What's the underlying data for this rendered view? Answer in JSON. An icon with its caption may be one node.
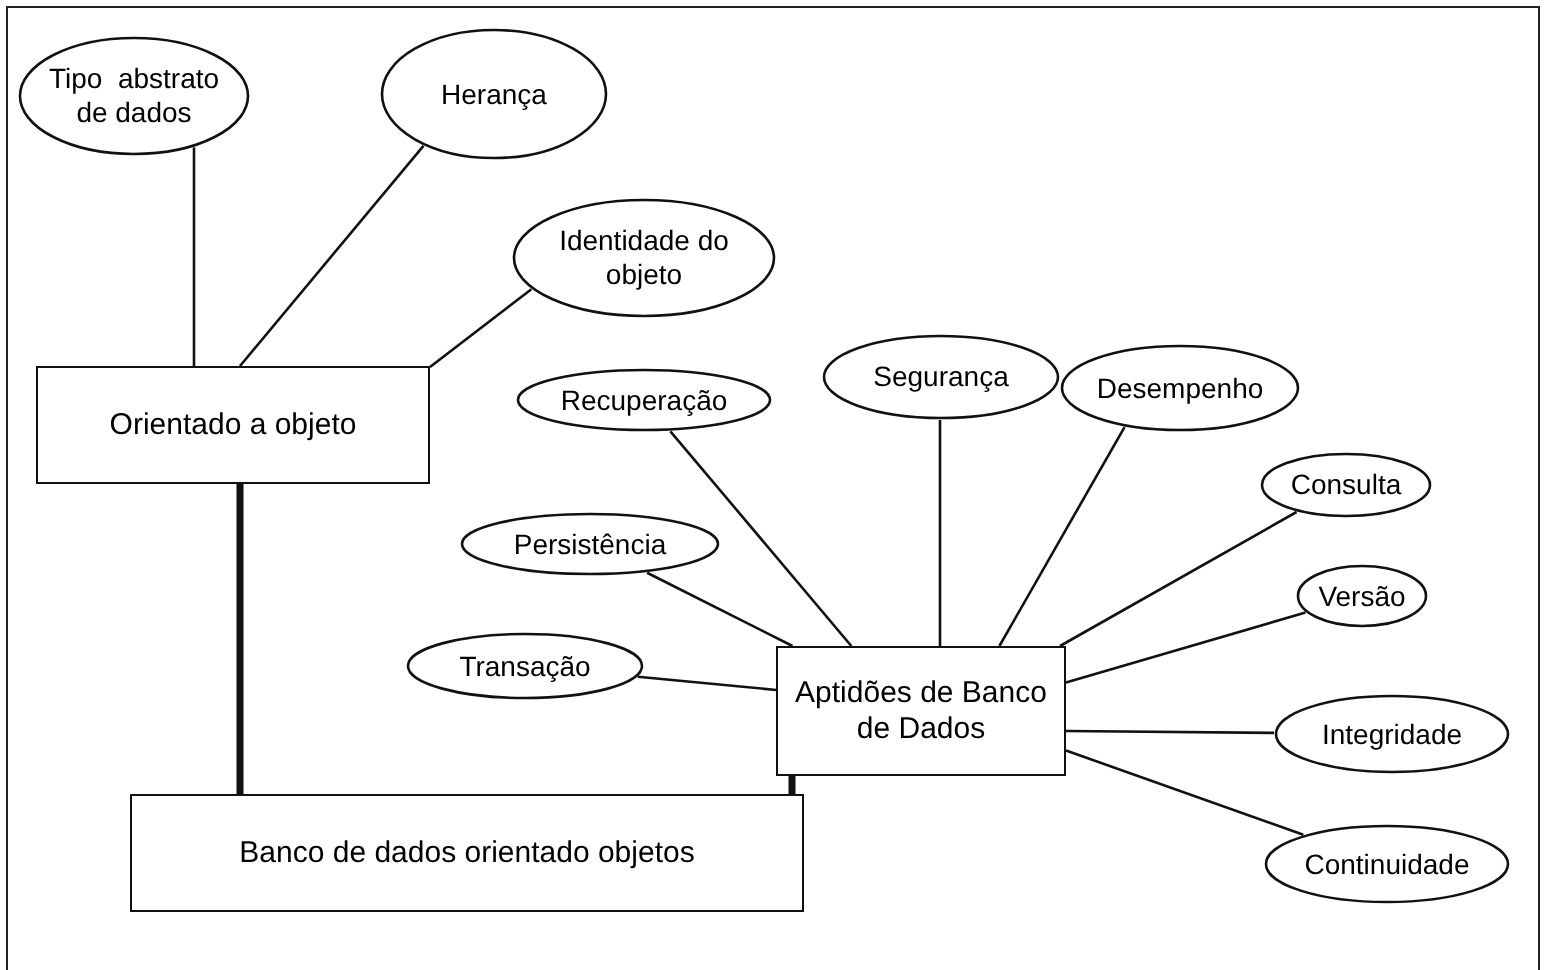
{
  "diagram": {
    "nodes": [
      {
        "text": [
          "Tipo  abstrato de dados"
        ]
      },
      {
        "text": [
          "Herança"
        ]
      },
      {
        "text": [
          "Identidade do objeto"
        ]
      },
      {
        "text": [
          "Orientado a objeto"
        ]
      },
      {
        "text": [
          "Recuperação"
        ]
      },
      {
        "text": [
          "Segurança"
        ]
      },
      {
        "text": [
          "Desempenho"
        ]
      },
      {
        "text": [
          "Consulta"
        ]
      },
      {
        "text": [
          "Persistência"
        ]
      },
      {
        "text": [
          "Versão"
        ]
      },
      {
        "text": [
          "Transação"
        ]
      },
      {
        "text": [
          "Aptidões de Banco de Dados"
        ]
      },
      {
        "text": [
          "Integridade"
        ]
      },
      {
        "text": [
          "Continuidade"
        ]
      },
      {
        "text": [
          "Banco de dados orientado objetos"
        ]
      }
    ],
    "edges": [
      {
        "from": 0,
        "to": 3,
        "arrow": "none"
      },
      {
        "from": 1,
        "to": 3,
        "arrow": "none"
      },
      {
        "from": 2,
        "to": 3,
        "arrow": "none"
      },
      {
        "from": 3,
        "to": 14,
        "arrow": "none",
        "style": "thick"
      },
      {
        "from": 4,
        "to": 11,
        "arrow": "none"
      },
      {
        "from": 5,
        "to": 11,
        "arrow": "none"
      },
      {
        "from": 6,
        "to": 11,
        "arrow": "none"
      },
      {
        "from": 7,
        "to": 11,
        "arrow": "none"
      },
      {
        "from": 8,
        "to": 11,
        "arrow": "none"
      },
      {
        "from": 9,
        "to": 11,
        "arrow": "none"
      },
      {
        "from": 10,
        "to": 11,
        "arrow": "none"
      },
      {
        "from": 12,
        "to": 11,
        "arrow": "none"
      },
      {
        "from": 13,
        "to": 11,
        "arrow": "none"
      },
      {
        "from": 11,
        "to": 14,
        "arrow": "none",
        "style": "thick"
      }
    ]
  }
}
